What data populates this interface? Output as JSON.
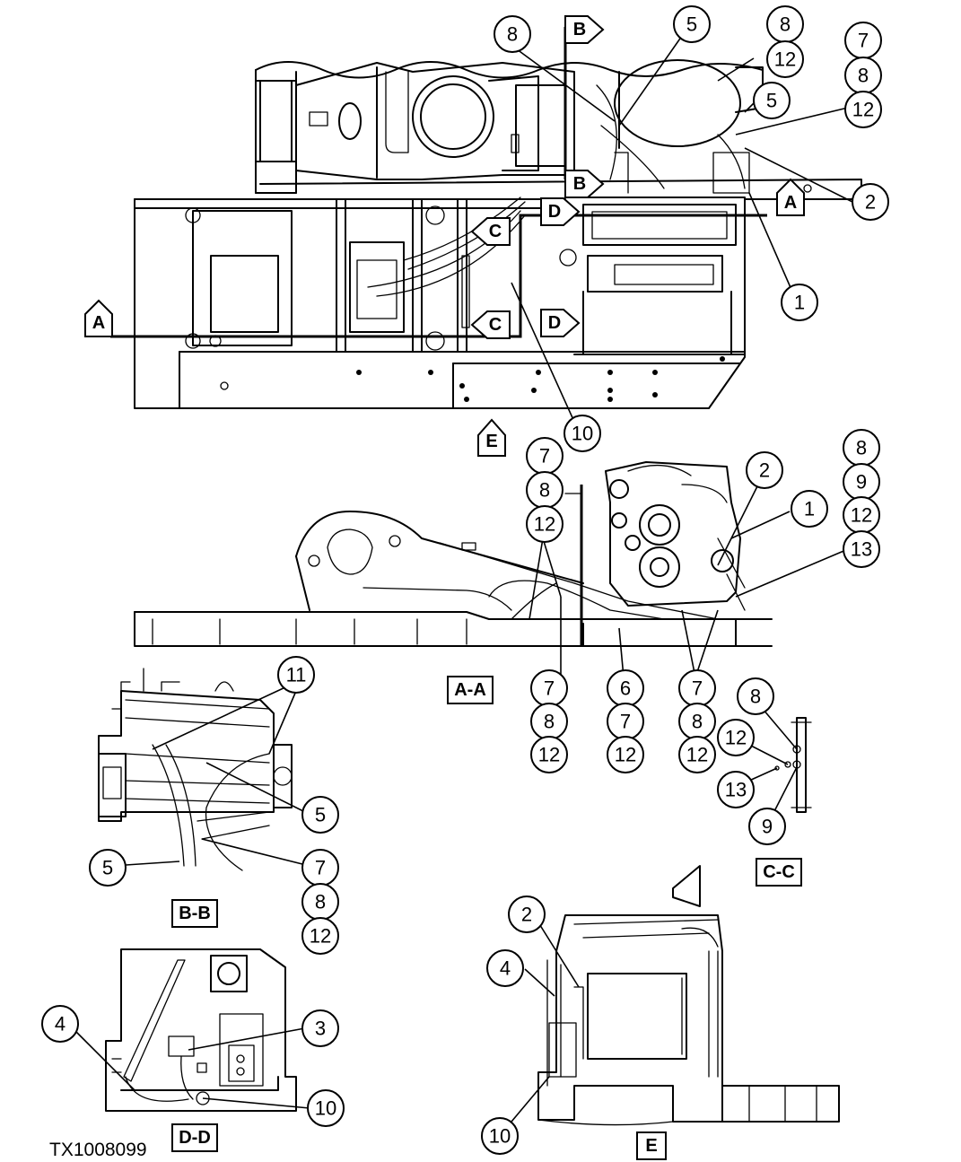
{
  "figure_id": "TX1008099",
  "view_labels": {
    "aa": "A-A",
    "bb": "B-B",
    "cc": "C-C",
    "dd": "D-D",
    "e": "E"
  },
  "section_markers": {
    "a": "A",
    "b": "B",
    "c": "C",
    "d": "D",
    "e": "E"
  },
  "callouts": {
    "n1": "1",
    "n2": "2",
    "n3": "3",
    "n4": "4",
    "n5": "5",
    "n6": "6",
    "n7": "7",
    "n8": "8",
    "n9": "9",
    "n10": "10",
    "n11": "11",
    "n12": "12",
    "n13": "13"
  }
}
